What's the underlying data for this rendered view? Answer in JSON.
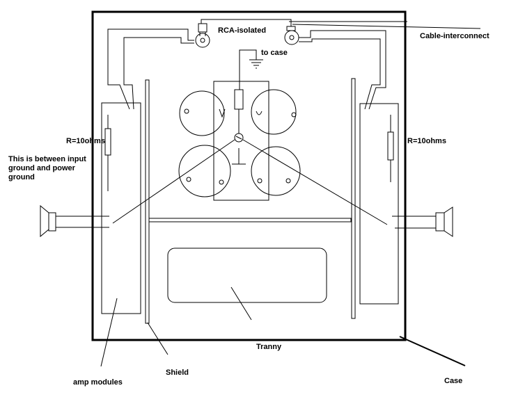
{
  "labels": {
    "rca": "RCA-isolated",
    "to_case": "to case",
    "cable": "Cable-interconnect",
    "r_left": "R=10ohms",
    "r_right": "R=10ohms",
    "note": "This is between input ground and power ground",
    "tranny": "Tranny",
    "shield": "Shield",
    "amp_modules": "amp modules",
    "case": "Case"
  },
  "colors": {
    "line": "#000000",
    "background": "#ffffff"
  },
  "icons": [
    "rca-jack-icon",
    "ground-symbol-icon",
    "resistor-icon",
    "speaker-icon",
    "capacitor-icon"
  ]
}
